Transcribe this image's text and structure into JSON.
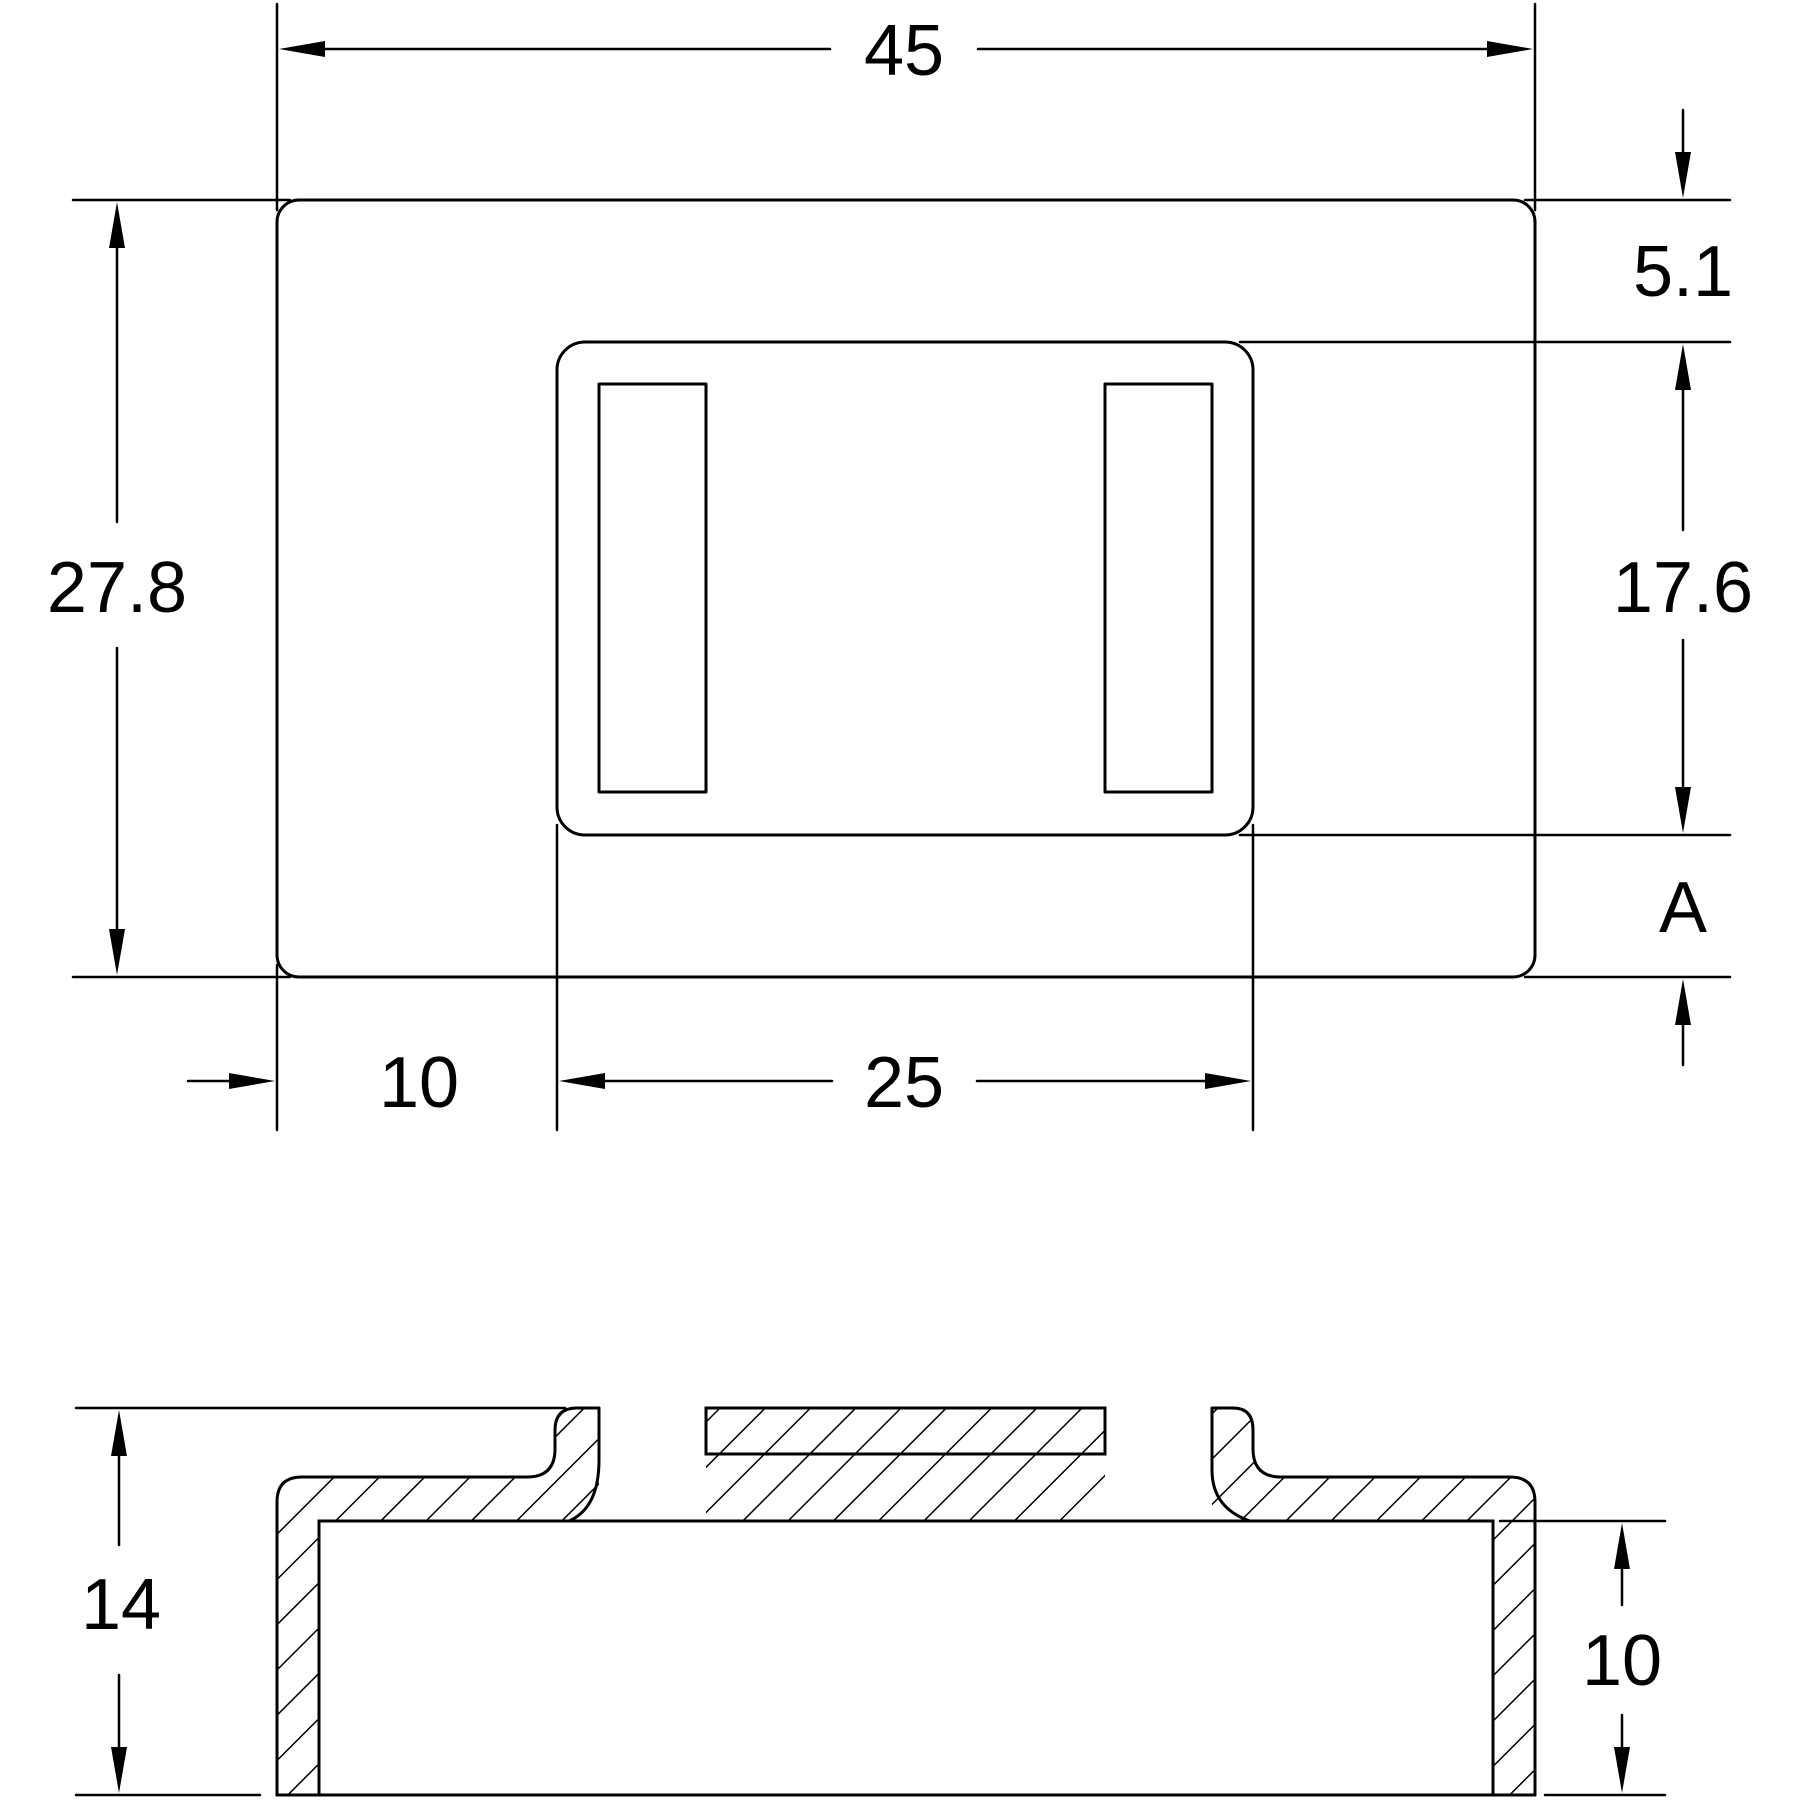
{
  "dimensions": {
    "overall_width": "45",
    "overall_height": "27.8",
    "top_offset": "5.1",
    "inner_height": "17.6",
    "bottom_offset": "A",
    "left_offset": "10",
    "inner_width": "25",
    "section_height": "14",
    "section_inner_height": "10"
  },
  "colors": {
    "line": "#000000",
    "background": "#ffffff"
  }
}
